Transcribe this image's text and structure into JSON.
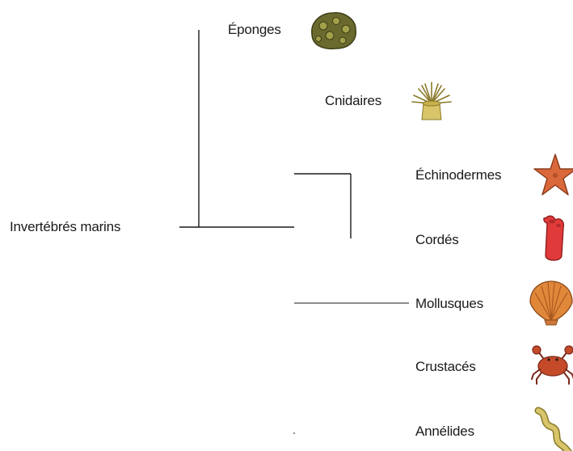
{
  "diagram": {
    "root_label": "Invertébrés marins",
    "groups": [
      {
        "key": "eponges",
        "label": "Éponges",
        "icon": "sponge-icon"
      },
      {
        "key": "cnidaires",
        "label": "Cnidaires",
        "icon": "sea-anemone-icon"
      },
      {
        "key": "echinodermes",
        "label": "Échinodermes",
        "icon": "starfish-icon"
      },
      {
        "key": "cordes",
        "label": "Cordés",
        "icon": "sea-squirt-icon"
      },
      {
        "key": "mollusques",
        "label": "Mollusques",
        "icon": "scallop-shell-icon"
      },
      {
        "key": "crustaces",
        "label": "Crustacés",
        "icon": "crab-icon"
      },
      {
        "key": "annelides",
        "label": "Annélides",
        "icon": "worm-icon"
      }
    ],
    "colors": {
      "line": "#1a1a1a",
      "sponge": "#6b6a2e",
      "anemone": "#c9b24a",
      "starfish": "#d9683a",
      "sea_squirt": "#e03a3a",
      "scallop": "#e0873a",
      "crab": "#c44a2a",
      "worm": "#c8b04a"
    }
  }
}
